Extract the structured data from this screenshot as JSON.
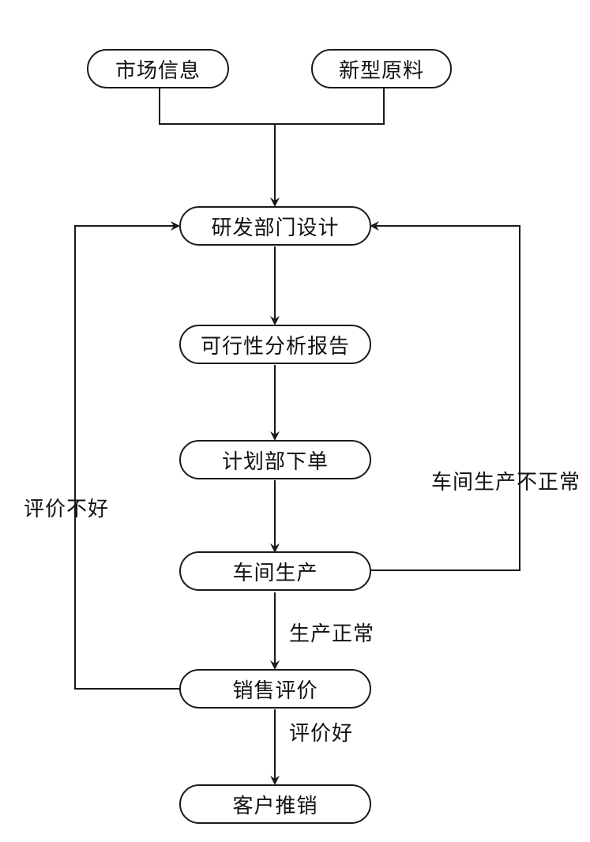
{
  "nodes": {
    "market_info": "市场信息",
    "new_material": "新型原料",
    "rd_design": "研发部门设计",
    "feasibility_report": "可行性分析报告",
    "planning_order": "计划部下单",
    "workshop_production": "车间生产",
    "sales_evaluation": "销售评价",
    "customer_promotion": "客户推销"
  },
  "edge_labels": {
    "production_normal": "生产正常",
    "evaluation_good": "评价好",
    "evaluation_bad": "评价不好",
    "workshop_abnormal": "车间生产不正常"
  }
}
